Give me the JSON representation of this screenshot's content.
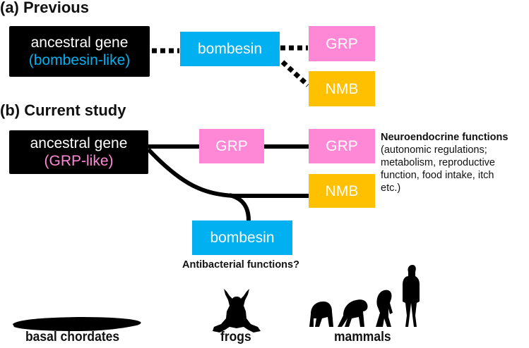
{
  "panel_a": {
    "heading": "(a) Previous",
    "ancestral": {
      "line1": "ancestral gene",
      "line2": "(bombesin-like)"
    },
    "bombesin": "bombesin",
    "grp": "GRP",
    "nmb": "NMB",
    "connector_style": "dotted"
  },
  "panel_b": {
    "heading": "(b) Current study",
    "ancestral": {
      "line1": "ancestral gene",
      "line2": "(GRP-like)"
    },
    "grp_mid": "GRP",
    "grp_right": "GRP",
    "nmb": "NMB",
    "bombesin": "bombesin",
    "connector_style": "solid",
    "neuro_note": {
      "title": "Neuroendocrine functions",
      "lines": [
        "(autonomic regulations;",
        "metabolism, reproductive",
        "function, food intake, itch",
        "etc.)"
      ]
    },
    "antibacterial_note": "Antibacterial functions?"
  },
  "organisms": [
    {
      "label": "basal chordates",
      "icon": "lancelet-silhouette"
    },
    {
      "label": "frogs",
      "icon": "frog-silhouette"
    },
    {
      "label": "mammals",
      "icon": "primate-evolution-silhouette"
    }
  ],
  "colors": {
    "black_box": "#000000",
    "bombesin": "#00b0f0",
    "grp": "#ff88d6",
    "nmb": "#ffc000"
  }
}
